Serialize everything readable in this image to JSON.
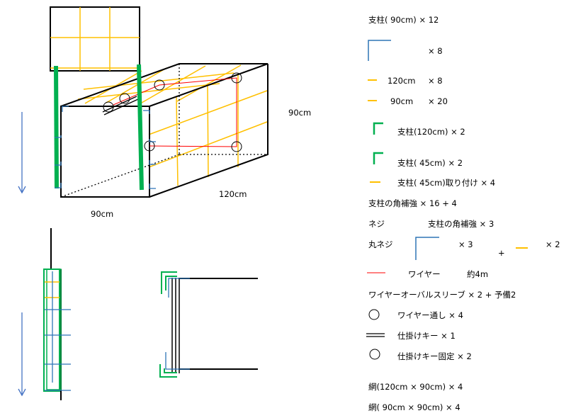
{
  "diagram": {
    "dim_width": "90cm",
    "dim_depth": "120cm",
    "dim_height": "90cm"
  },
  "legend": {
    "pillar_90": "支柱( 90cm)  ×  12",
    "bracket_qty": "×  8",
    "bar120_label": "120cm",
    "bar120_qty": "×  8",
    "bar90_label": "90cm",
    "bar90_qty": "×  20",
    "pillar_120": "支柱(120cm)  ×  2",
    "pillar_45": "支柱( 45cm)  ×  2",
    "pillar_45_mount": "支柱( 45cm)取り付け  ×  4",
    "corner_reinf": "支柱の角補強  ×  16  +  4",
    "screw_label": "ネジ",
    "screw_item": "支柱の角補強  ×  3",
    "round_screw_label": "丸ネジ",
    "round_screw_qty1": "×  3",
    "plus": "+",
    "round_screw_qty2": "×  2",
    "wire_label": "ワイヤー",
    "wire_qty": "約4m",
    "oval_sleeve": "ワイヤーオーバルスリーブ  ×  2  +  予備2",
    "wire_pass": "ワイヤー通し  ×  4",
    "trap_key": "仕掛けキー  ×  1",
    "trap_key_fix": "仕掛けキー固定  ×  2",
    "net_120x90": "網(120cm × 90cm)  ×  4",
    "net_90x90": "網( 90cm × 90cm)  ×  4"
  },
  "colors": {
    "frame": "#000000",
    "mesh": "#ffc000",
    "pillar": "#00b050",
    "bracket": "#2e75b6",
    "wire": "#ff0000",
    "arrow": "#4472c4"
  }
}
